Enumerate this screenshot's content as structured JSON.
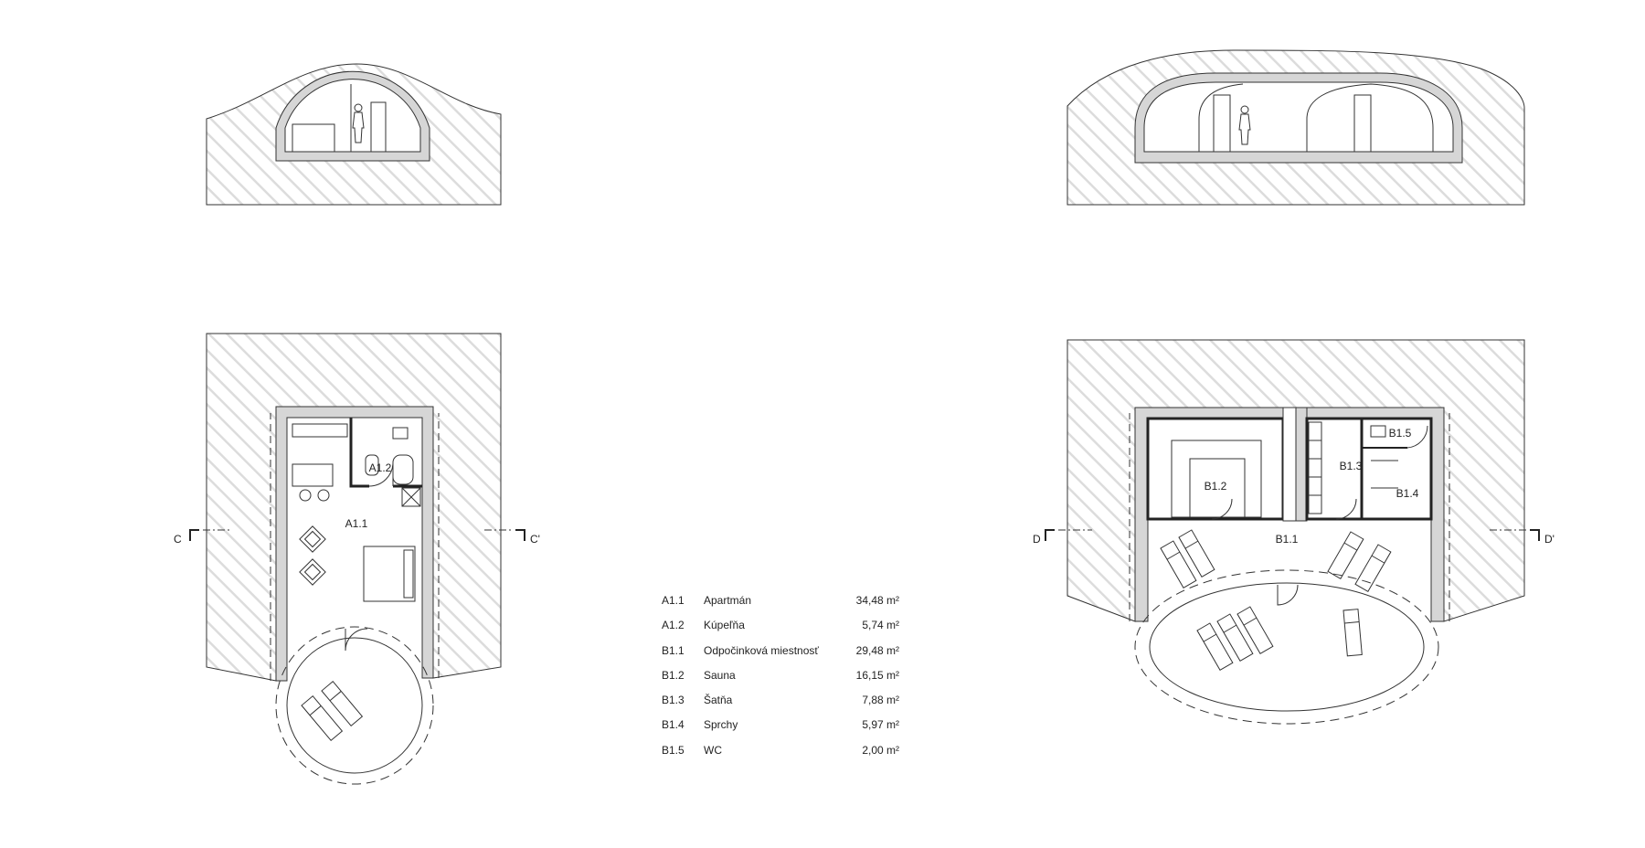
{
  "sections": {
    "left": [
      "C",
      "C'"
    ],
    "right": [
      "D",
      "D'"
    ]
  },
  "rooms": {
    "A1_1": "A1.1",
    "A1_2": "A1.2",
    "B1_1": "B1.1",
    "B1_2": "B1.2",
    "B1_3": "B1.3",
    "B1_4": "B1.4",
    "B1_5": "B1.5"
  },
  "legend": [
    {
      "code": "A1.1",
      "name": "Apartmán",
      "area": "34,48 m²"
    },
    {
      "code": "A1.2",
      "name": "Kúpeľňa",
      "area": "5,74 m²"
    },
    {
      "code": "B1.1",
      "name": "Odpočinková miestnosť",
      "area": "29,48 m²"
    },
    {
      "code": "B1.2",
      "name": "Sauna",
      "area": "16,15 m²"
    },
    {
      "code": "B1.3",
      "name": "Šatňa",
      "area": "7,88 m²"
    },
    {
      "code": "B1.4",
      "name": "Sprchy",
      "area": "5,97 m²"
    },
    {
      "code": "B1.5",
      "name": "WC",
      "area": "2,00 m²"
    }
  ],
  "colors": {
    "line": "#222222",
    "wall_fill": "#d6d6d6",
    "hatch": "#dcdcdc"
  }
}
